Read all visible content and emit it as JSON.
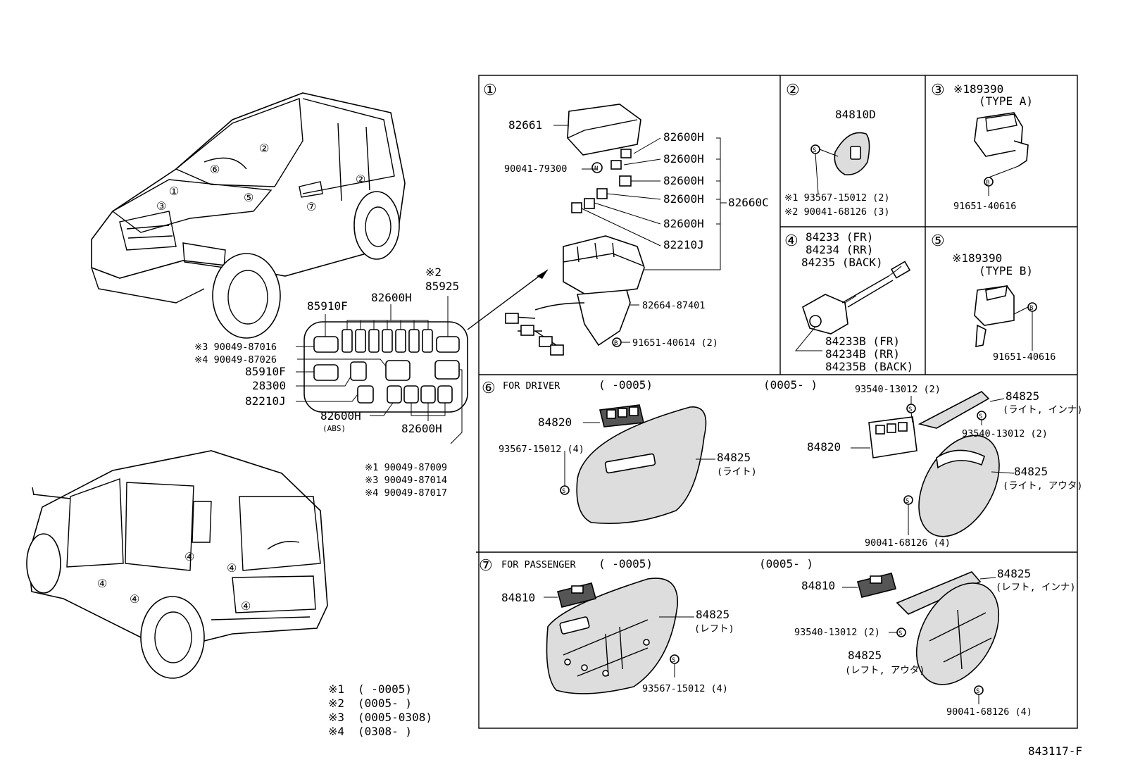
{
  "diagram_number": "843117-F",
  "legend": [
    {
      "mark": "※1",
      "text": "(       -0005)"
    },
    {
      "mark": "※2",
      "text": "(0005-       )"
    },
    {
      "mark": "※3",
      "text": "(0005-0308)"
    },
    {
      "mark": "※4",
      "text": "(0308-       )"
    }
  ],
  "vehicle_callouts": [
    "①",
    "②",
    "③",
    "④",
    "⑤",
    "⑥",
    "⑦"
  ],
  "fuse_block": {
    "mark_2": "※2",
    "labels": {
      "p85925": "85925",
      "p85910f_top": "85910F",
      "p82600h_top": "82600H",
      "p90049_87016": "※3 90049-87016",
      "p90049_87026": "※4 90049-87026",
      "p85910f_mid": "85910F",
      "p28300": "28300",
      "p82210j": "82210J",
      "p82600h_abs": "82600H",
      "abs": "(ABS)",
      "p82600h_bottom": "82600H",
      "p90049_87009": "※1 90049-87009",
      "p90049_87014": "※3 90049-87014",
      "p90049_87017": "※4 90049-87017"
    }
  },
  "panel1": {
    "num": "①",
    "labels": {
      "p82661": "82661",
      "p90041_79300": "90041-79300",
      "p82600h_1": "82600H",
      "p82600h_2": "82600H",
      "p82600h_3": "82600H",
      "p82600h_4": "82600H",
      "p82600h_5": "82600H",
      "p82210j": "82210J",
      "p82660c": "82660C",
      "p82664": "82664-87401",
      "p91651": "91651-40614 (2)"
    },
    "marks": {
      "n": "N",
      "b": "B"
    }
  },
  "panel2": {
    "num": "②",
    "labels": {
      "p84810d": "84810D",
      "p93567": "※1 93567-15012 (2)",
      "p90041": "※2 90041-68126 (3)"
    },
    "marks": {
      "s": "S"
    }
  },
  "panel3": {
    "num": "③",
    "labels": {
      "p189390": "※189390",
      "type": "(TYPE A)",
      "p91651": "91651-40616"
    },
    "marks": {
      "b": "B"
    }
  },
  "panel4": {
    "num": "④",
    "labels": {
      "p84233": "84233 (FR)",
      "p84234": "84234 (RR)",
      "p84235": "84235 (BACK)",
      "p84233b": "84233B (FR)",
      "p84234b": "84234B (RR)",
      "p84235b": "84235B (BACK)"
    }
  },
  "panel5": {
    "num": "⑤",
    "labels": {
      "p189390": "※189390",
      "type": "(TYPE B)",
      "p91651": "91651-40616"
    },
    "marks": {
      "b": "B"
    }
  },
  "panel6": {
    "num": "⑥",
    "heading": "FOR DRIVER",
    "range_a": "(       -0005)",
    "range_b": "(0005-       )",
    "labels": {
      "p84820_a": "84820",
      "p93567": "93567-15012 (4)",
      "p84825_a": "84825",
      "p84825_a_note": "(ライト)",
      "p93540_a": "93540-13012 (2)",
      "p84825_b": "84825",
      "p84825_b_note": "(ライト, インナ)",
      "p93540_b": "93540-13012 (2)",
      "p84820_b": "84820",
      "p84825_c": "84825",
      "p84825_c_note": "(ライト, アウタ)",
      "p90041": "90041-68126 (4)"
    },
    "marks": {
      "s": "S"
    }
  },
  "panel7": {
    "num": "⑦",
    "heading": "FOR PASSENGER",
    "range_a": "(       -0005)",
    "range_b": "(0005-       )",
    "labels": {
      "p84810_a": "84810",
      "p84825_a": "84825",
      "p84825_a_note": "(レフト)",
      "p93567": "93567-15012 (4)",
      "p84810_b": "84810",
      "p84825_b": "84825",
      "p84825_b_note": "(レフト, インナ)",
      "p93540": "93540-13012 (2)",
      "p84825_c": "84825",
      "p84825_c_note": "(レフト, アウタ)",
      "p90041": "90041-68126 (4)"
    },
    "marks": {
      "s": "S"
    }
  }
}
